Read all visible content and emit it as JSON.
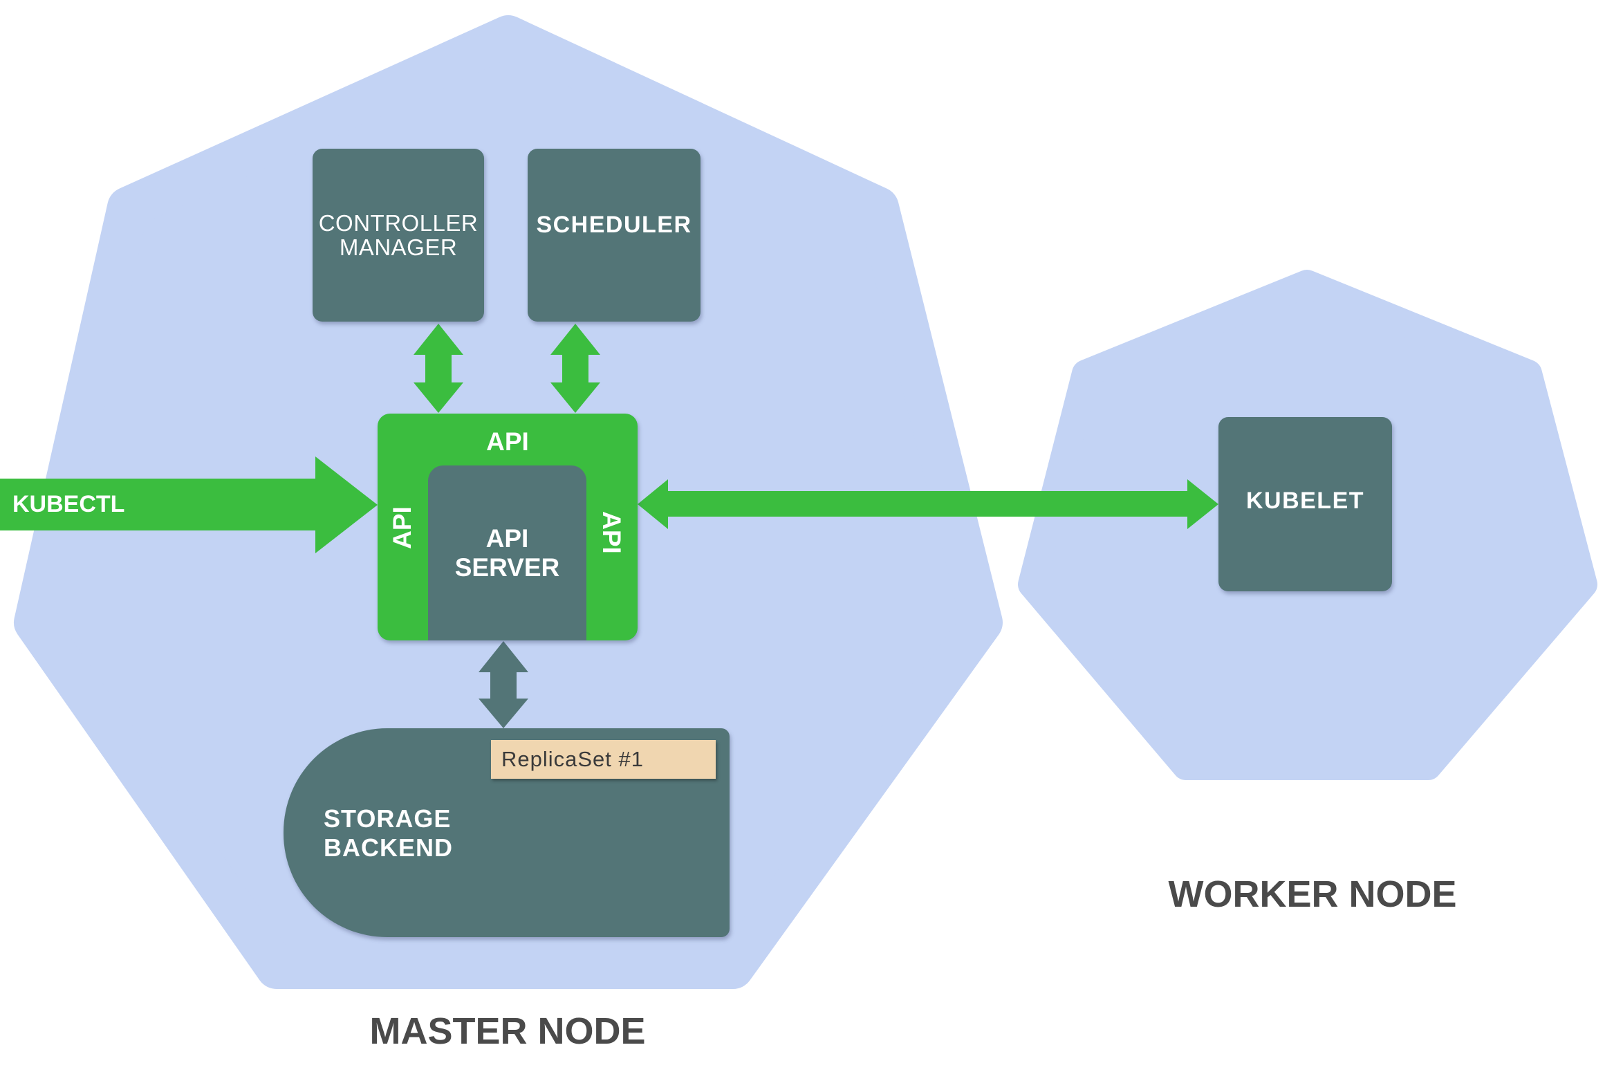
{
  "colors": {
    "node_fill": "#c3d3f4",
    "component_fill": "#537577",
    "api_green": "#3bbd3f",
    "replica_fill": "#f0d6b0",
    "title_text": "#4a4a4a"
  },
  "master_node": {
    "title": "MASTER NODE",
    "controller_manager": {
      "line1": "CONTROLLER",
      "line2": "MANAGER"
    },
    "scheduler": {
      "label": "SCHEDULER"
    },
    "api_frame": {
      "top": "API",
      "left": "API",
      "right": "API"
    },
    "api_server": {
      "line1": "API",
      "line2": "SERVER"
    },
    "storage_backend": {
      "line1": "STORAGE",
      "line2": "BACKEND",
      "replica_tag": "ReplicaSet #1"
    }
  },
  "worker_node": {
    "title": "WORKER NODE",
    "kubelet": {
      "label": "KUBELET"
    }
  },
  "client": {
    "label": "KUBECTL"
  },
  "connections": [
    {
      "from": "controller-manager",
      "to": "api-server",
      "type": "bidirectional",
      "color": "green"
    },
    {
      "from": "scheduler",
      "to": "api-server",
      "type": "bidirectional",
      "color": "green"
    },
    {
      "from": "kubectl",
      "to": "api-server",
      "type": "unidirectional",
      "color": "green"
    },
    {
      "from": "api-server",
      "to": "kubelet",
      "type": "bidirectional",
      "color": "green"
    },
    {
      "from": "api-server",
      "to": "storage-backend",
      "type": "bidirectional",
      "color": "gray"
    }
  ]
}
